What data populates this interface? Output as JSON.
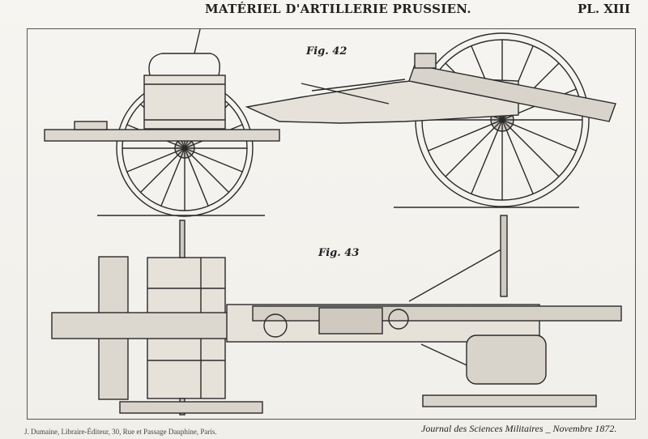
{
  "plate": {
    "title": "MATÉRIEL D'ARTILLERIE PRUSSIEN.",
    "number": "PL. XIII"
  },
  "figures": {
    "fig42_label": "Fig. 42",
    "fig43_label": "Fig. 43"
  },
  "footer": {
    "left": "J. Dumaine, Libraire-Éditeur, 30, Rue et Passage Dauphine, Paris.",
    "right": "Journal des Sciences Militaires _ Novembre 1872."
  }
}
